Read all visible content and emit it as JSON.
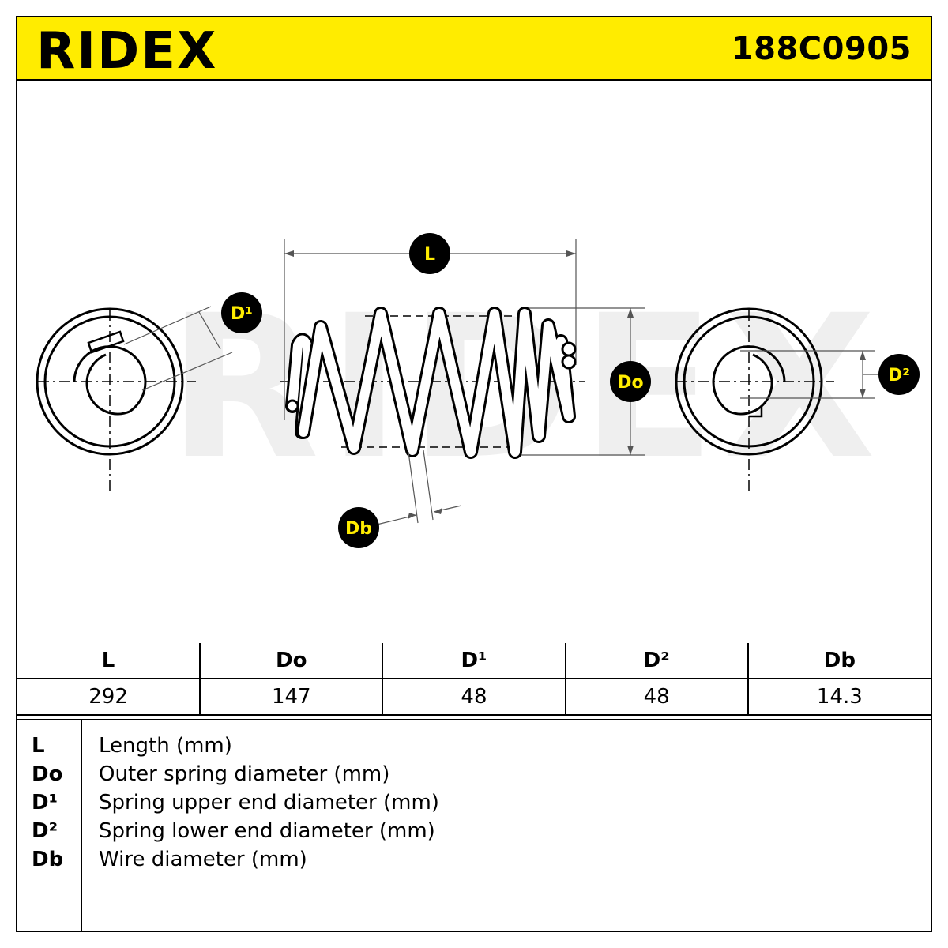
{
  "header": {
    "brand": "RIDEX",
    "part_number": "188C0905",
    "accent_color": "#FFEC00"
  },
  "watermark": "RIDEX",
  "drawing": {
    "label_L": "L",
    "label_Do": "Do",
    "label_D1": "D¹",
    "label_D2": "D²",
    "label_Db": "Db"
  },
  "specs": {
    "headers": [
      "L",
      "Do",
      "D¹",
      "D²",
      "Db"
    ],
    "values": [
      "292",
      "147",
      "48",
      "48",
      "14.3"
    ]
  },
  "legend": [
    {
      "key": "L",
      "desc": "Length (mm)"
    },
    {
      "key": "Do",
      "desc": "Outer spring diameter (mm)"
    },
    {
      "key": "D¹",
      "desc": "Spring upper end diameter (mm)"
    },
    {
      "key": "D²",
      "desc": "Spring lower end diameter (mm)"
    },
    {
      "key": "Db",
      "desc": "Wire diameter (mm)"
    }
  ]
}
